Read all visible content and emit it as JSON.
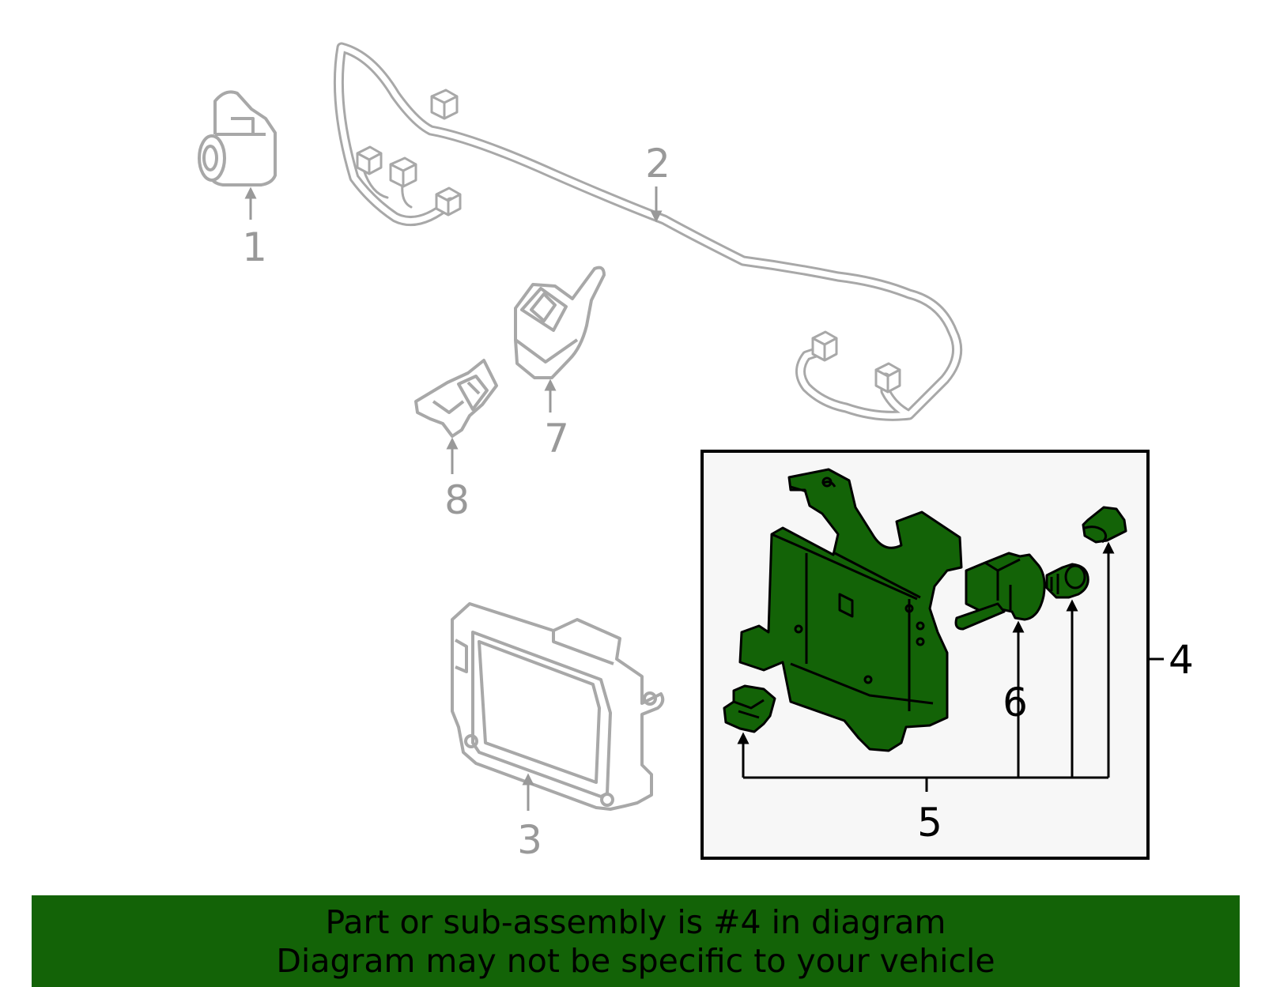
{
  "colors": {
    "part_outline": "#a8a8a8",
    "label_gray": "#999999",
    "highlight_fill": "#136307",
    "banner_bg": "#136307",
    "box_bg": "#f7f7f7",
    "box_stroke": "#000000"
  },
  "callouts": {
    "c1": "1",
    "c2": "2",
    "c3": "3",
    "c4": "4",
    "c5": "5",
    "c6": "6",
    "c7": "7",
    "c8": "8"
  },
  "banner": {
    "line1": "Part or sub-assembly is #4 in diagram",
    "line2": "Diagram may not be specific to your vehicle"
  }
}
